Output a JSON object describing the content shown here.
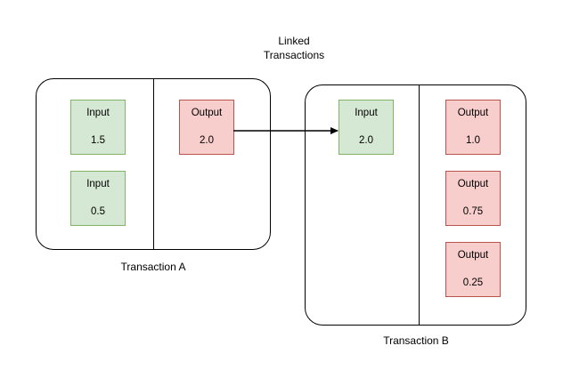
{
  "title": "Linked\nTransactions",
  "colors": {
    "input_fill": "#d5e8d4",
    "input_stroke": "#82b366",
    "output_fill": "#f8cecc",
    "output_stroke": "#b85450",
    "container_stroke": "#000000",
    "arrow_stroke": "#000000",
    "background": "#ffffff"
  },
  "transactions": [
    {
      "label": "Transaction A",
      "inputs": [
        {
          "title": "Input",
          "value": "1.5"
        },
        {
          "title": "Input",
          "value": "0.5"
        }
      ],
      "outputs": [
        {
          "title": "Output",
          "value": "2.0"
        }
      ]
    },
    {
      "label": "Transaction B",
      "inputs": [
        {
          "title": "Input",
          "value": "2.0"
        }
      ],
      "outputs": [
        {
          "title": "Output",
          "value": "1.0"
        },
        {
          "title": "Output",
          "value": "0.75"
        },
        {
          "title": "Output",
          "value": "0.25"
        }
      ]
    }
  ],
  "link": {
    "from": "transaction-a-output-0",
    "to": "transaction-b-input-0",
    "value": "2.0"
  }
}
